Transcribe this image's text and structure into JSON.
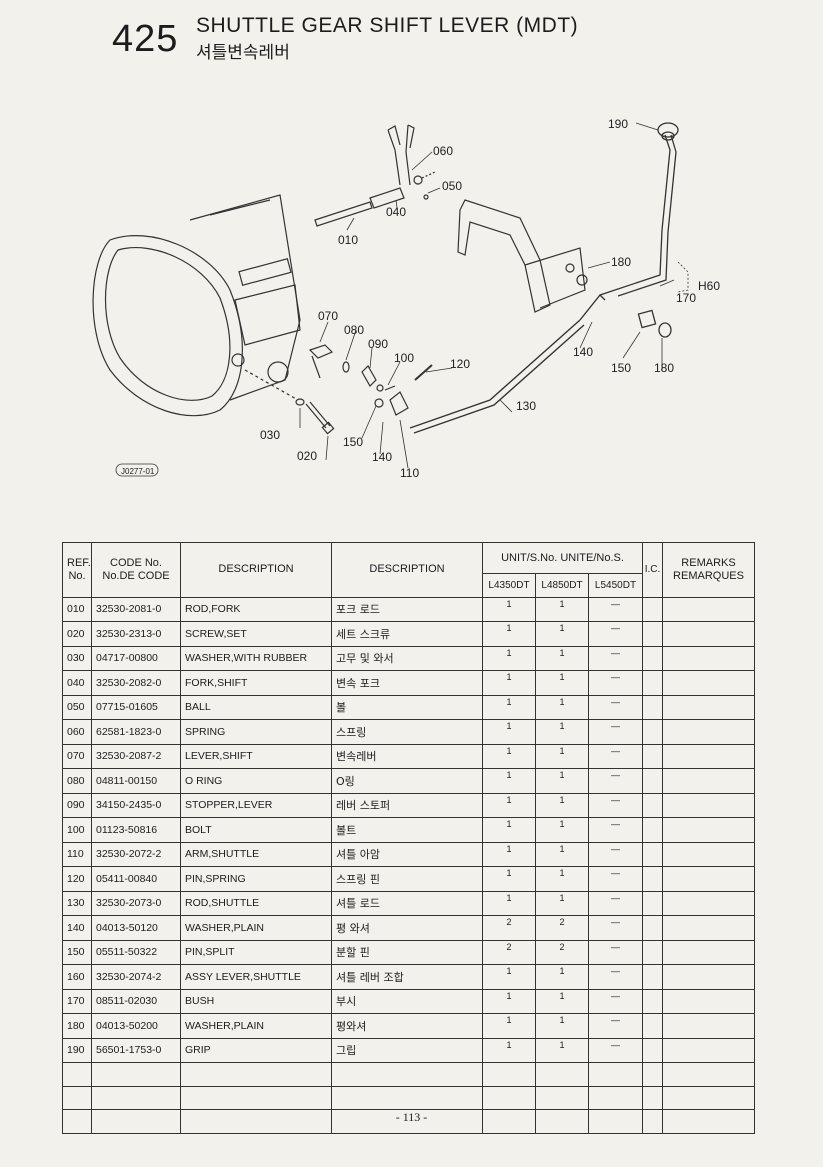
{
  "header": {
    "page_number": "425",
    "title_en": "SHUTTLE GEAR SHIFT LEVER (MDT)",
    "title_ko": "셔틀변속레버"
  },
  "diagram": {
    "figure_code": "J0277-01",
    "callouts": [
      "190",
      "060",
      "050",
      "040",
      "010",
      "180",
      "H60",
      "170",
      "070",
      "080",
      "090",
      "100",
      "120",
      "140",
      "150",
      "180",
      "130",
      "030",
      "150",
      "140",
      "020",
      "110"
    ]
  },
  "table": {
    "headers": {
      "ref": "REF. No.",
      "code": "CODE No. No.DE CODE",
      "desc_en": "DESCRIPTION",
      "desc_ko": "DESCRIPTION",
      "unit": "UNIT/S.No. UNITE/No.S.",
      "ic": "I.C.",
      "remarks": "REMARKS REMARQUES",
      "models": [
        "L4350DT",
        "L4850DT",
        "L5450DT"
      ]
    },
    "rows": [
      {
        "ref": "010",
        "code": "32530-2081-0",
        "desc_en": "ROD,FORK",
        "desc_ko": "포크 로드",
        "q1": "1",
        "q2": "1",
        "q3": "—"
      },
      {
        "ref": "020",
        "code": "32530-2313-0",
        "desc_en": "SCREW,SET",
        "desc_ko": "세트 스크류",
        "q1": "1",
        "q2": "1",
        "q3": "—"
      },
      {
        "ref": "030",
        "code": "04717-00800",
        "desc_en": "WASHER,WITH RUBBER",
        "desc_ko": "고무 및 와서",
        "q1": "1",
        "q2": "1",
        "q3": "—"
      },
      {
        "ref": "040",
        "code": "32530-2082-0",
        "desc_en": "FORK,SHIFT",
        "desc_ko": "변속 포크",
        "q1": "1",
        "q2": "1",
        "q3": "—"
      },
      {
        "ref": "050",
        "code": "07715-01605",
        "desc_en": "BALL",
        "desc_ko": "볼",
        "q1": "1",
        "q2": "1",
        "q3": "—"
      },
      {
        "ref": "060",
        "code": "62581-1823-0",
        "desc_en": "SPRING",
        "desc_ko": "스프링",
        "q1": "1",
        "q2": "1",
        "q3": "—"
      },
      {
        "ref": "070",
        "code": "32530-2087-2",
        "desc_en": "LEVER,SHIFT",
        "desc_ko": "변속레버",
        "q1": "1",
        "q2": "1",
        "q3": "—"
      },
      {
        "ref": "080",
        "code": "04811-00150",
        "desc_en": "O RING",
        "desc_ko": "O링",
        "q1": "1",
        "q2": "1",
        "q3": "—"
      },
      {
        "ref": "090",
        "code": "34150-2435-0",
        "desc_en": "STOPPER,LEVER",
        "desc_ko": "레버 스토퍼",
        "q1": "1",
        "q2": "1",
        "q3": "—"
      },
      {
        "ref": "100",
        "code": "01123-50816",
        "desc_en": "BOLT",
        "desc_ko": "볼트",
        "q1": "1",
        "q2": "1",
        "q3": "—"
      },
      {
        "ref": "110",
        "code": "32530-2072-2",
        "desc_en": "ARM,SHUTTLE",
        "desc_ko": "셔틀 아암",
        "q1": "1",
        "q2": "1",
        "q3": "—"
      },
      {
        "ref": "120",
        "code": "05411-00840",
        "desc_en": "PIN,SPRING",
        "desc_ko": "스프링 핀",
        "q1": "1",
        "q2": "1",
        "q3": "—"
      },
      {
        "ref": "130",
        "code": "32530-2073-0",
        "desc_en": "ROD,SHUTTLE",
        "desc_ko": "셔틀 로드",
        "q1": "1",
        "q2": "1",
        "q3": "—"
      },
      {
        "ref": "140",
        "code": "04013-50120",
        "desc_en": "WASHER,PLAIN",
        "desc_ko": "평 와셔",
        "q1": "2",
        "q2": "2",
        "q3": "—"
      },
      {
        "ref": "150",
        "code": "05511-50322",
        "desc_en": "PIN,SPLIT",
        "desc_ko": "분할 핀",
        "q1": "2",
        "q2": "2",
        "q3": "—"
      },
      {
        "ref": "160",
        "code": "32530-2074-2",
        "desc_en": "ASSY LEVER,SHUTTLE",
        "desc_ko": "셔틀 레버 조합",
        "q1": "1",
        "q2": "1",
        "q3": "—"
      },
      {
        "ref": "170",
        "code": "08511-02030",
        "desc_en": "BUSH",
        "desc_ko": "부시",
        "q1": "1",
        "q2": "1",
        "q3": "—"
      },
      {
        "ref": "180",
        "code": "04013-50200",
        "desc_en": "WASHER,PLAIN",
        "desc_ko": "평와셔",
        "q1": "1",
        "q2": "1",
        "q3": "—"
      },
      {
        "ref": "190",
        "code": "56501-1753-0",
        "desc_en": "GRIP",
        "desc_ko": "그립",
        "q1": "1",
        "q2": "1",
        "q3": "—"
      }
    ],
    "empty_rows": 3
  },
  "footer": {
    "page_label": "- 113 -"
  }
}
